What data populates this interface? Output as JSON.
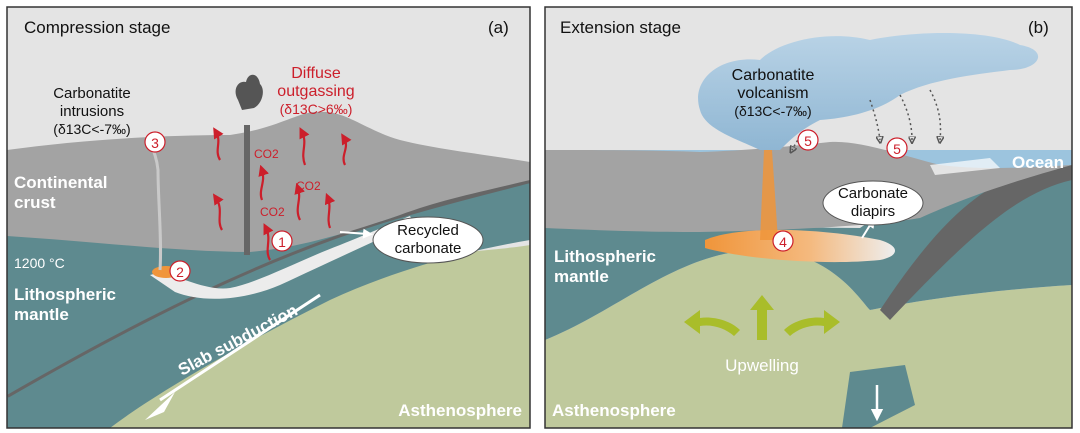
{
  "colors": {
    "sky": "#e4e4e4",
    "crust": "#a3a3a3",
    "lith_mantle": "#5e8a8f",
    "asthenosphere": "#bfc99c",
    "slab": "#666666",
    "ocean": "#9cc4de",
    "magma": "#f0953a",
    "carbonate": "#ececec",
    "red": "#cc1f2b",
    "green_arrow": "#a9bd2a",
    "white_label": "#ffffff"
  },
  "panel_a": {
    "title": "Compression stage",
    "tag": "(a)",
    "intrusions_line1": "Carbonatite",
    "intrusions_line2": "intrusions",
    "intrusions_delta": "(δ13C<-7‰)",
    "outgas_line1": "Diffuse",
    "outgas_line2": "outgassing",
    "outgas_delta": "(δ13C>6‰)",
    "co2": "CO2",
    "continental_crust_1": "Continental",
    "continental_crust_2": "crust",
    "temperature": "1200 °C",
    "lith_mantle_1": "Lithospheric",
    "lith_mantle_2": "mantle",
    "slab_subduction": "Slab subduction",
    "recycled_1": "Recycled",
    "recycled_2": "carbonate",
    "asthenosphere": "Asthenosphere",
    "marker_1": "1",
    "marker_2": "2",
    "marker_3": "3"
  },
  "panel_b": {
    "title": "Extension stage",
    "tag": "(b)",
    "volcanism_line1": "Carbonatite",
    "volcanism_line2": "volcanism",
    "volcanism_delta": "(δ13C<-7‰)",
    "ocean": "Ocean",
    "diapirs_1": "Carbonate",
    "diapirs_2": "diapirs",
    "lith_mantle_1": "Lithospheric",
    "lith_mantle_2": "mantle",
    "upwelling": "Upwelling",
    "asthenosphere": "Asthenosphere",
    "marker_4": "4",
    "marker_5": "5"
  }
}
